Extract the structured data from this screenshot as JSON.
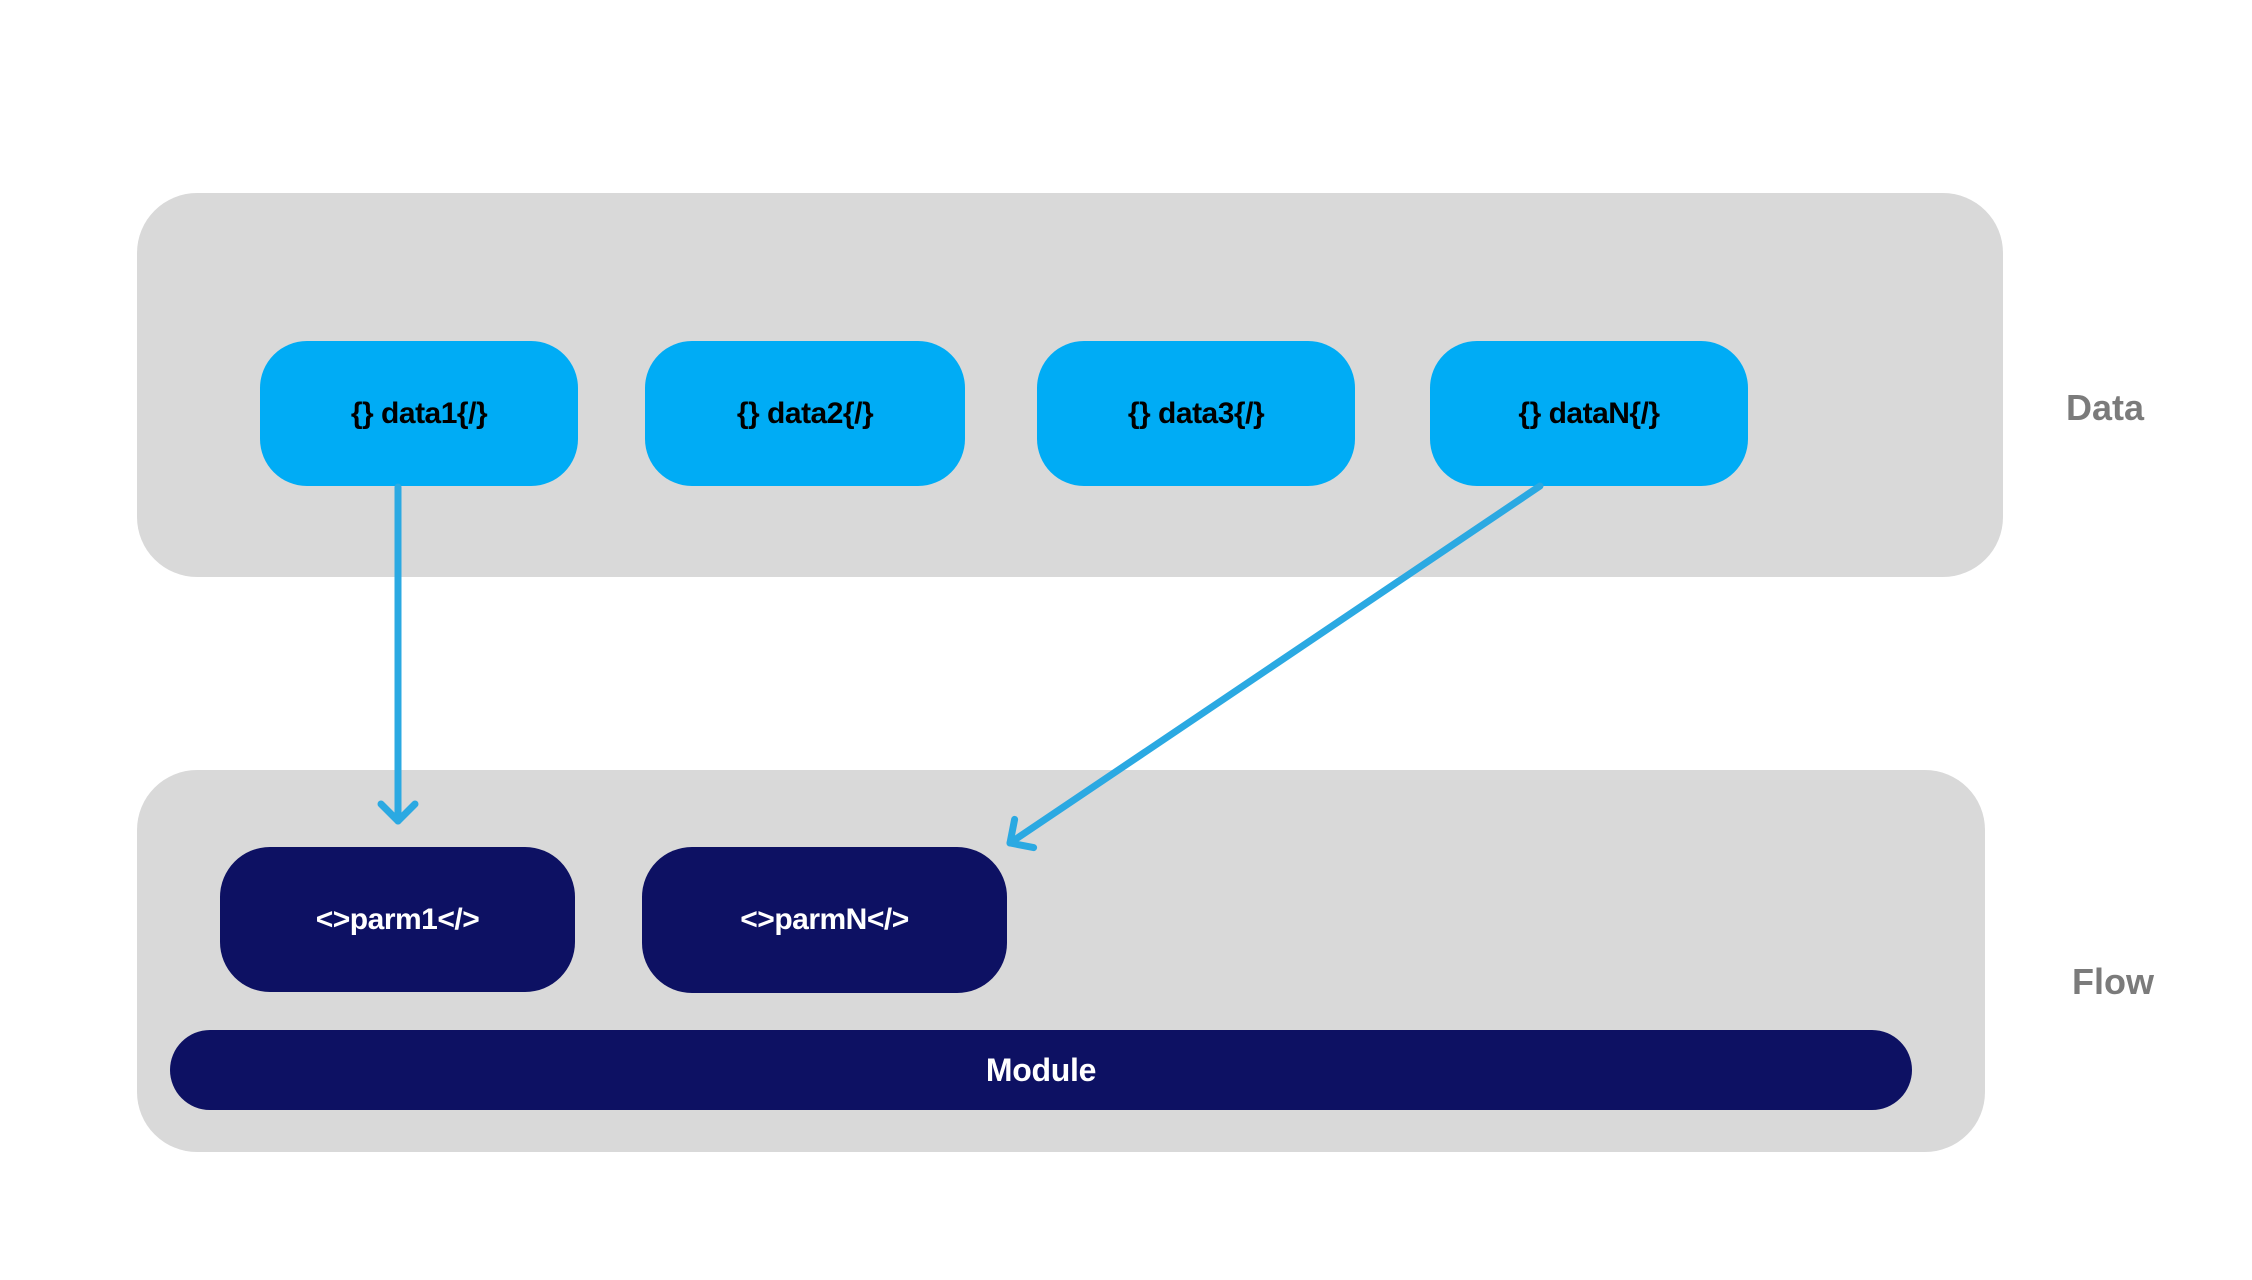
{
  "colors": {
    "bg": "#ffffff",
    "gray": "#d9d9d9",
    "cyan": "#00acf5",
    "navy": "#0d1163",
    "arrow": "#2ba9e2",
    "label": "#7b7b7b",
    "node_text_dark": "#000000",
    "node_text_light": "#ffffff"
  },
  "sections": {
    "data": {
      "label": "Data",
      "nodes": [
        {
          "id": "data1",
          "label": "{} data1{/}"
        },
        {
          "id": "data2",
          "label": "{} data2{/}"
        },
        {
          "id": "data3",
          "label": "{} data3{/}"
        },
        {
          "id": "dataN",
          "label": "{} dataN{/}"
        }
      ]
    },
    "flow": {
      "label": "Flow",
      "nodes": [
        {
          "id": "parm1",
          "label": "<>parm1</>"
        },
        {
          "id": "parmN",
          "label": "<>parmN</>"
        }
      ],
      "module": {
        "label": "Module"
      }
    }
  },
  "edges": [
    {
      "from": "data1",
      "to": "parm1"
    },
    {
      "from": "dataN",
      "to": "parmN"
    }
  ]
}
